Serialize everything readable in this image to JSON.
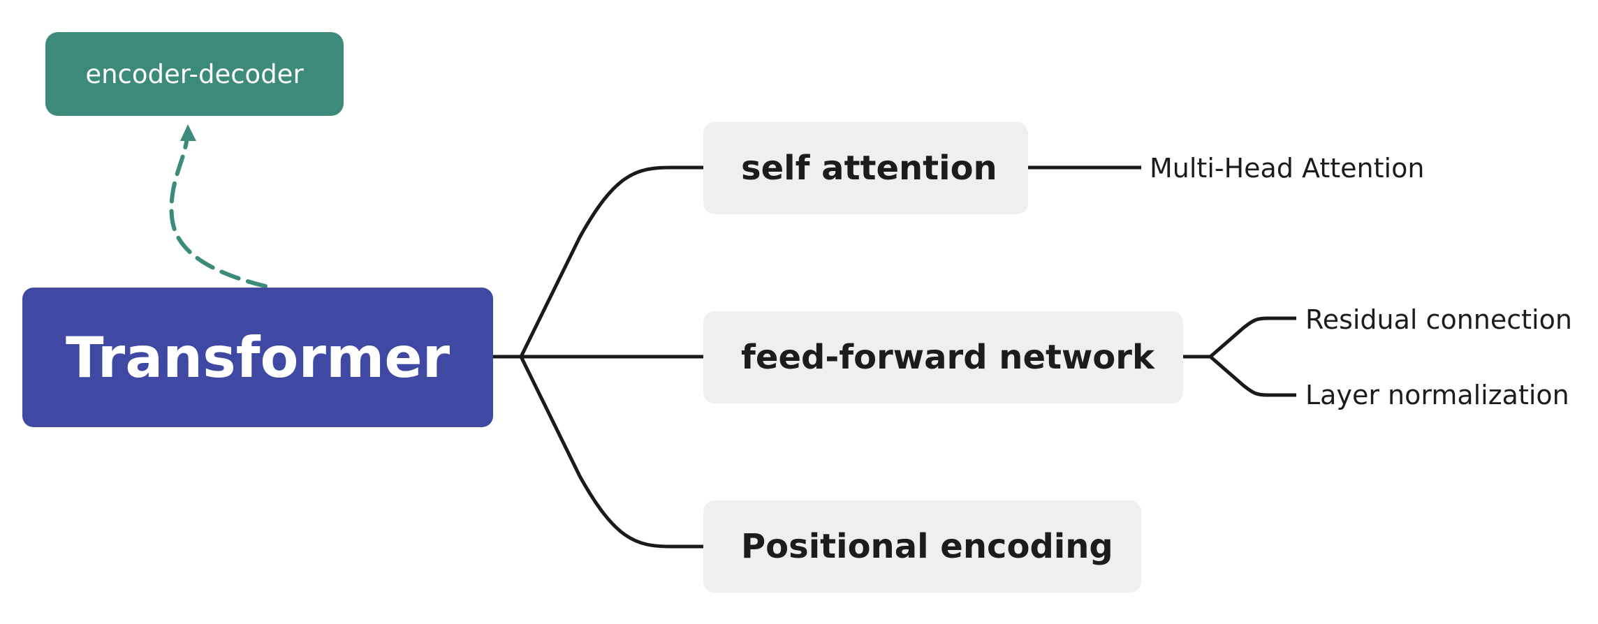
{
  "root": {
    "label": "Transformer"
  },
  "related": {
    "label": "encoder-decoder"
  },
  "branches": [
    {
      "label": "self attention",
      "children": [
        "Multi-Head Attention"
      ]
    },
    {
      "label": "feed-forward network",
      "children": [
        "Residual connection",
        "Layer normalization"
      ]
    },
    {
      "label": "Positional encoding",
      "children": []
    }
  ],
  "colors": {
    "root": "#3f49a3",
    "related": "#3c8a7a",
    "branch_fill": "#efefef",
    "connector": "#1a1a1a",
    "related_link": "#3c8a7a"
  }
}
